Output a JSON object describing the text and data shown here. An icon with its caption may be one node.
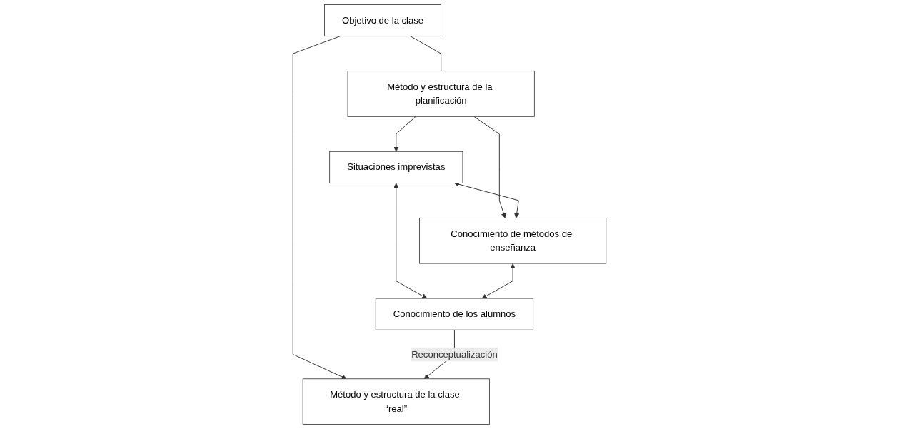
{
  "diagram": {
    "nodes": [
      {
        "text": [
          "Objetivo de la clase"
        ]
      },
      {
        "text": [
          "Método y estructura de la planificación"
        ]
      },
      {
        "text": [
          "Situaciones imprevistas"
        ]
      },
      {
        "text": [
          "Conocimiento de métodos de enseñanza"
        ]
      },
      {
        "text": [
          "Conocimiento de los alumnos"
        ]
      },
      {
        "text": [
          "Método y estructura de la clase “real”"
        ]
      }
    ],
    "edges": [
      {
        "from": 0,
        "to": 1,
        "arrow": "none"
      },
      {
        "from": 0,
        "to": 5,
        "arrow": "to"
      },
      {
        "from": 1,
        "to": 2,
        "arrow": "to"
      },
      {
        "from": 1,
        "to": 3,
        "arrow": "to"
      },
      {
        "from": 2,
        "to": 3,
        "arrow": "both"
      },
      {
        "from": 2,
        "to": 4,
        "arrow": "both"
      },
      {
        "from": 3,
        "to": 4,
        "arrow": "both"
      },
      {
        "from": 4,
        "to": 5,
        "arrow": "to",
        "label": "Reconceptualización"
      }
    ]
  }
}
